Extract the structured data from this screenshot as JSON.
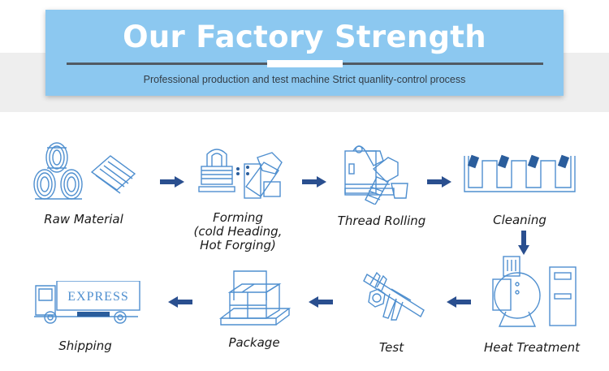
{
  "header": {
    "title": "Our Factory Strength",
    "subtitle": "Professional production and test machine   Strict quanlity-control process"
  },
  "process": {
    "steps": [
      {
        "label": "Raw Material",
        "icon": "wire-coils-icon"
      },
      {
        "label_lines": [
          "Forming",
          "(cold Heading,",
          "Hot Forging)"
        ],
        "icon": "cold-heading-machine-icon"
      },
      {
        "label": "Thread Rolling",
        "icon": "thread-rolling-machine-icon"
      },
      {
        "label": "Cleaning",
        "icon": "cleaning-tank-icon"
      },
      {
        "label": "Heat Treatment",
        "icon": "furnace-icon"
      },
      {
        "label": "Test",
        "icon": "caliper-icon"
      },
      {
        "label": "Package",
        "icon": "pallet-boxes-icon"
      },
      {
        "label": "Shipping",
        "icon": "truck-icon",
        "truck_text": "EXPRESS"
      }
    ],
    "arrow_color": "#2a4f8f",
    "icon_color": "#4f8fcf"
  }
}
